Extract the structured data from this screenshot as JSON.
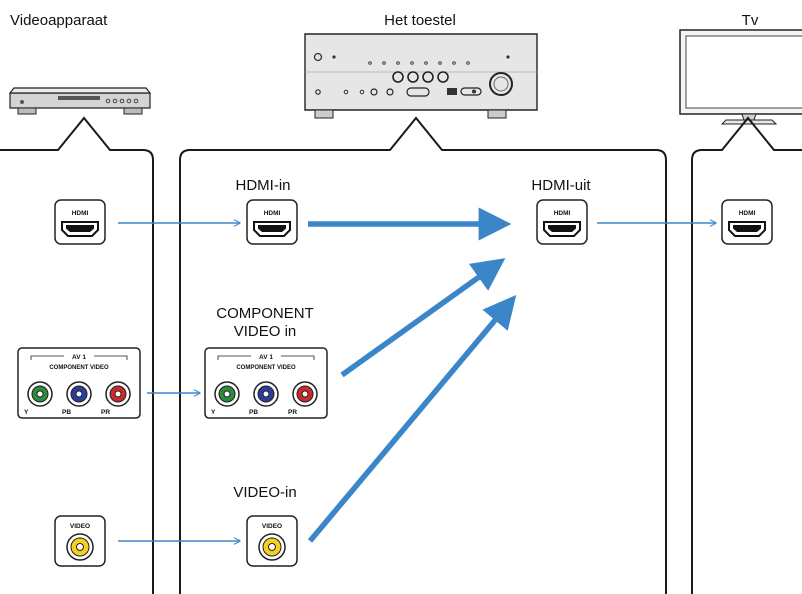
{
  "headers": {
    "source": "Videoapparaat",
    "receiver": "Het toestel",
    "tv": "Tv"
  },
  "receiver_labels": {
    "hdmi_in": "HDMI-in",
    "hdmi_out": "HDMI-uit",
    "component_in_line1": "COMPONENT",
    "component_in_line2": "VIDEO in",
    "video_in": "VIDEO-in"
  },
  "port_labels": {
    "hdmi": "HDMI",
    "av1": "AV 1",
    "component_video": "COMPONENT VIDEO",
    "y": "Y",
    "pb": "PB",
    "pr": "PR",
    "video": "VIDEO"
  },
  "colors": {
    "panel_border": "#1a1a1a",
    "thin_arrow": "#3f86c8",
    "thick_arrow": "#3a86c8",
    "jack_green": "#2e8b3a",
    "jack_blue": "#2a3f9c",
    "jack_red": "#cc2a2a",
    "jack_yellow": "#f2d21a"
  }
}
